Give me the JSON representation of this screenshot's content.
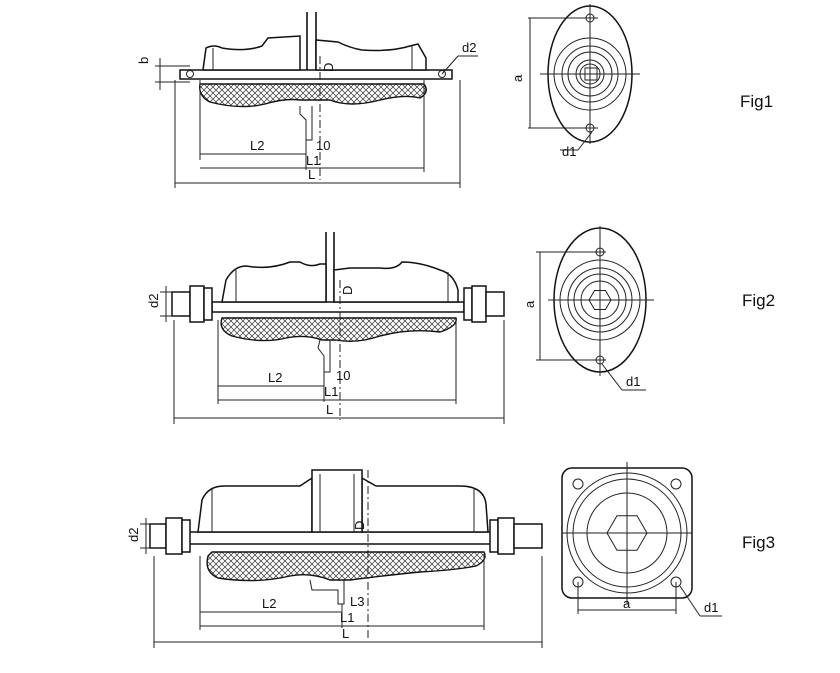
{
  "figures": [
    {
      "label": "Fig1",
      "side_labels": {
        "b": "b",
        "D": "D",
        "d2": "d2",
        "L": "L",
        "L1": "L1",
        "L2": "L2",
        "ten": "10"
      },
      "end_labels": {
        "a": "a",
        "d1": "d1"
      }
    },
    {
      "label": "Fig2",
      "side_labels": {
        "d2": "d2",
        "D": "D",
        "L": "L",
        "L1": "L1",
        "L2": "L2",
        "ten": "10"
      },
      "end_labels": {
        "a": "a",
        "d1": "d1"
      }
    },
    {
      "label": "Fig3",
      "side_labels": {
        "d2": "d2",
        "D": "D",
        "L": "L",
        "L1": "L1",
        "L2": "L2",
        "L3": "L3"
      },
      "end_labels": {
        "a": "a",
        "d1": "d1"
      }
    }
  ]
}
